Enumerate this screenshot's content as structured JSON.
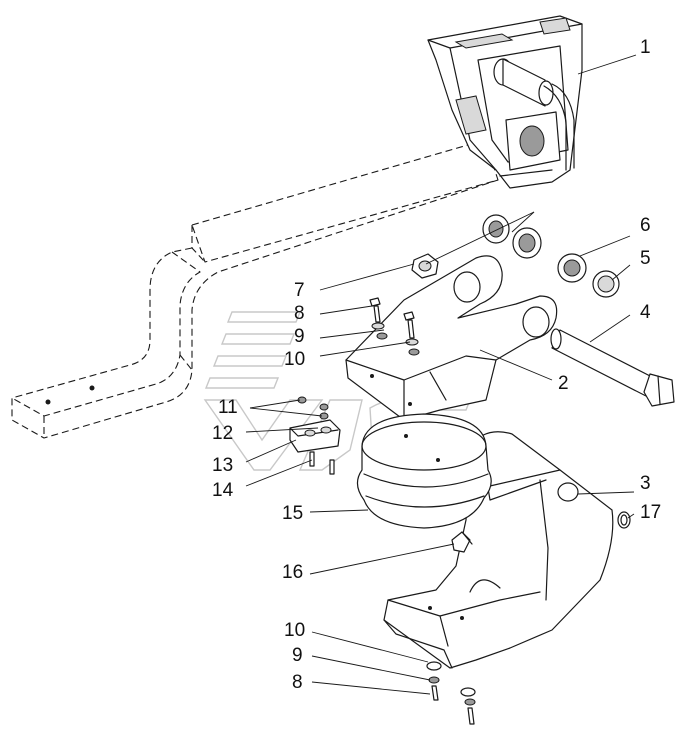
{
  "callouts": {
    "c1": "1",
    "c2": "2",
    "c3": "3",
    "c4": "4",
    "c5": "5",
    "c6": "6",
    "c7": "7",
    "c8a": "8",
    "c9a": "9",
    "c10a": "10",
    "c11": "11",
    "c12": "12",
    "c13": "13",
    "c14": "14",
    "c15": "15",
    "c16": "16",
    "c17": "17",
    "c10b": "10",
    "c9b": "9",
    "c8b": "8"
  }
}
